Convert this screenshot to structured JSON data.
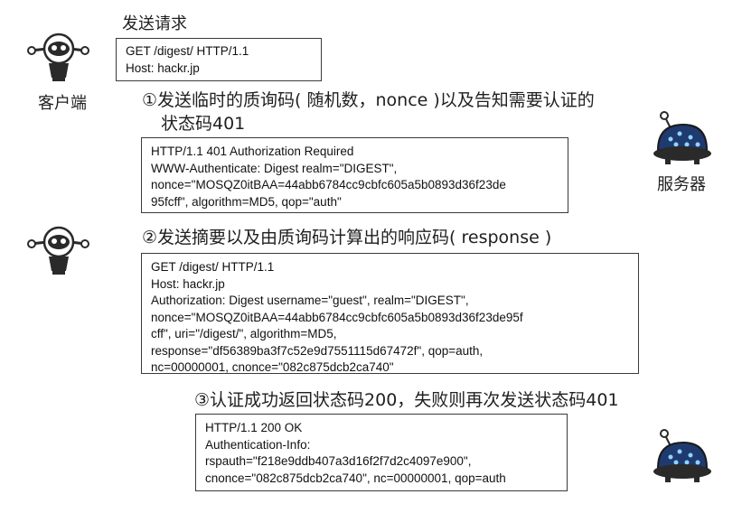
{
  "client": {
    "label": "客户端"
  },
  "server": {
    "label": "服务器"
  },
  "step0": {
    "title": "发送请求",
    "message": [
      "GET /digest/ HTTP/1.1",
      "Host: hackr.jp"
    ]
  },
  "step1": {
    "caption_line1": "①发送临时的质询码( 随机数，nonce )以及告知需要认证的",
    "caption_line2": "状态码401",
    "message": [
      "HTTP/1.1 401 Authorization Required",
      "WWW-Authenticate: Digest realm=\"DIGEST\",",
      "nonce=\"MOSQZ0itBAA=44abb6784cc9cbfc605a5b0893d36f23de",
      "95fcff\", algorithm=MD5, qop=\"auth\""
    ]
  },
  "step2": {
    "caption": "②发送摘要以及由质询码计算出的响应码( response )",
    "message": [
      "GET /digest/ HTTP/1.1",
      "Host: hackr.jp",
      "Authorization: Digest username=\"guest\", realm=\"DIGEST\",",
      "nonce=\"MOSQZ0itBAA=44abb6784cc9cbfc605a5b0893d36f23de95f",
      "cff\", uri=\"/digest/\", algorithm=MD5,",
      "response=\"df56389ba3f7c52e9d7551115d67472f\", qop=auth,",
      "nc=00000001, cnonce=\"082c875dcb2ca740\""
    ]
  },
  "step3": {
    "caption": "③认证成功返回状态码200，失败则再次发送状态码401",
    "message": [
      "HTTP/1.1 200 OK",
      "Authentication-Info:",
      "rspauth=\"f218e9ddb407a3d16f2f7d2c4097e900\",",
      "cnonce=\"082c875dcb2ca740\", nc=00000001, qop=auth"
    ]
  }
}
